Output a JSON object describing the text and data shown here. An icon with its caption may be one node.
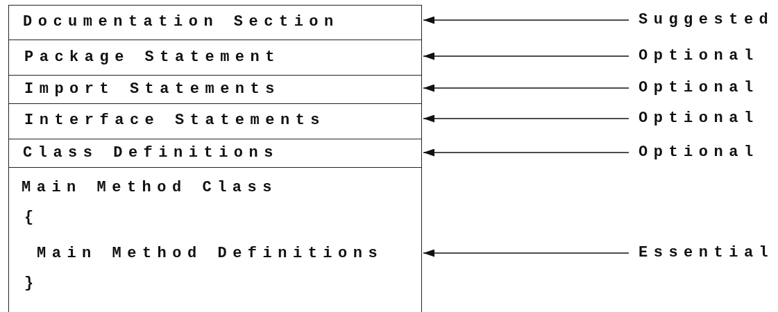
{
  "diagram": {
    "nodes": [
      {
        "text": [
          "Documentation Section"
        ]
      },
      {
        "text": [
          "Package Statement"
        ]
      },
      {
        "text": [
          "Import Statements"
        ]
      },
      {
        "text": [
          "Interface Statements"
        ]
      },
      {
        "text": [
          "Class Definitions"
        ]
      },
      {
        "text": [
          "Main Method Class",
          "{",
          "Main Method Definitions",
          "}"
        ]
      },
      {
        "text": [
          "Suggested"
        ]
      },
      {
        "text": [
          "Optional"
        ]
      },
      {
        "text": [
          "Optional"
        ]
      },
      {
        "text": [
          "Optional"
        ]
      },
      {
        "text": [
          "Optional"
        ]
      },
      {
        "text": [
          "Essential"
        ]
      }
    ],
    "edges": [
      {
        "from": 6,
        "to": 0,
        "arrow": "to"
      },
      {
        "from": 7,
        "to": 1,
        "arrow": "to"
      },
      {
        "from": 8,
        "to": 2,
        "arrow": "to"
      },
      {
        "from": 9,
        "to": 3,
        "arrow": "to"
      },
      {
        "from": 10,
        "to": 4,
        "arrow": "to"
      },
      {
        "from": 11,
        "to": 5,
        "arrow": "to"
      }
    ]
  }
}
